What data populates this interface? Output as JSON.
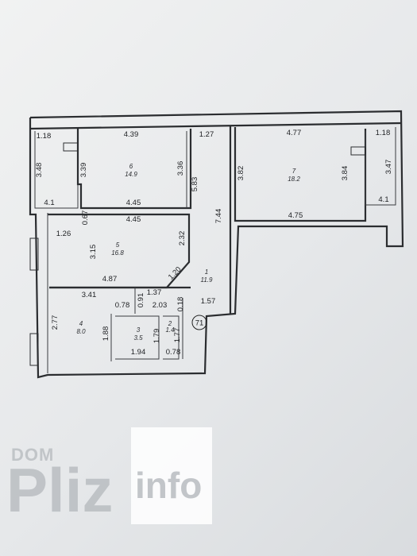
{
  "plan": {
    "dimensions": [
      "1.18",
      "4.39",
      "1.27",
      "4.77",
      "1.18",
      "3.48",
      "3.39",
      "3.36",
      "5.83",
      "3.82",
      "3.84",
      "3.47",
      "4.1",
      "4.45",
      "4.75",
      "4.1",
      "0.67",
      "4.45",
      "7.44",
      "1.26",
      "2.32",
      "3.15",
      "1.20",
      "4.87",
      "3.41",
      "1.37",
      "0.91",
      "0.78",
      "2.03",
      "0.18",
      "1.57",
      "2.77",
      "1.88",
      "1.79",
      "1.77",
      "1.94",
      "0.78"
    ],
    "rooms": [
      {
        "num": "6",
        "area": "14.9"
      },
      {
        "num": "7",
        "area": "18.2"
      },
      {
        "num": "5",
        "area": "16.8"
      },
      {
        "num": "1",
        "area": "11.9"
      },
      {
        "num": "4",
        "area": "8.0"
      },
      {
        "num": "3",
        "area": "3.5"
      },
      {
        "num": "2",
        "area": "1.4"
      }
    ],
    "apartment_number": "71"
  },
  "watermark": {
    "dom": "DOM",
    "pliz": "Pliz",
    "info": "info"
  }
}
